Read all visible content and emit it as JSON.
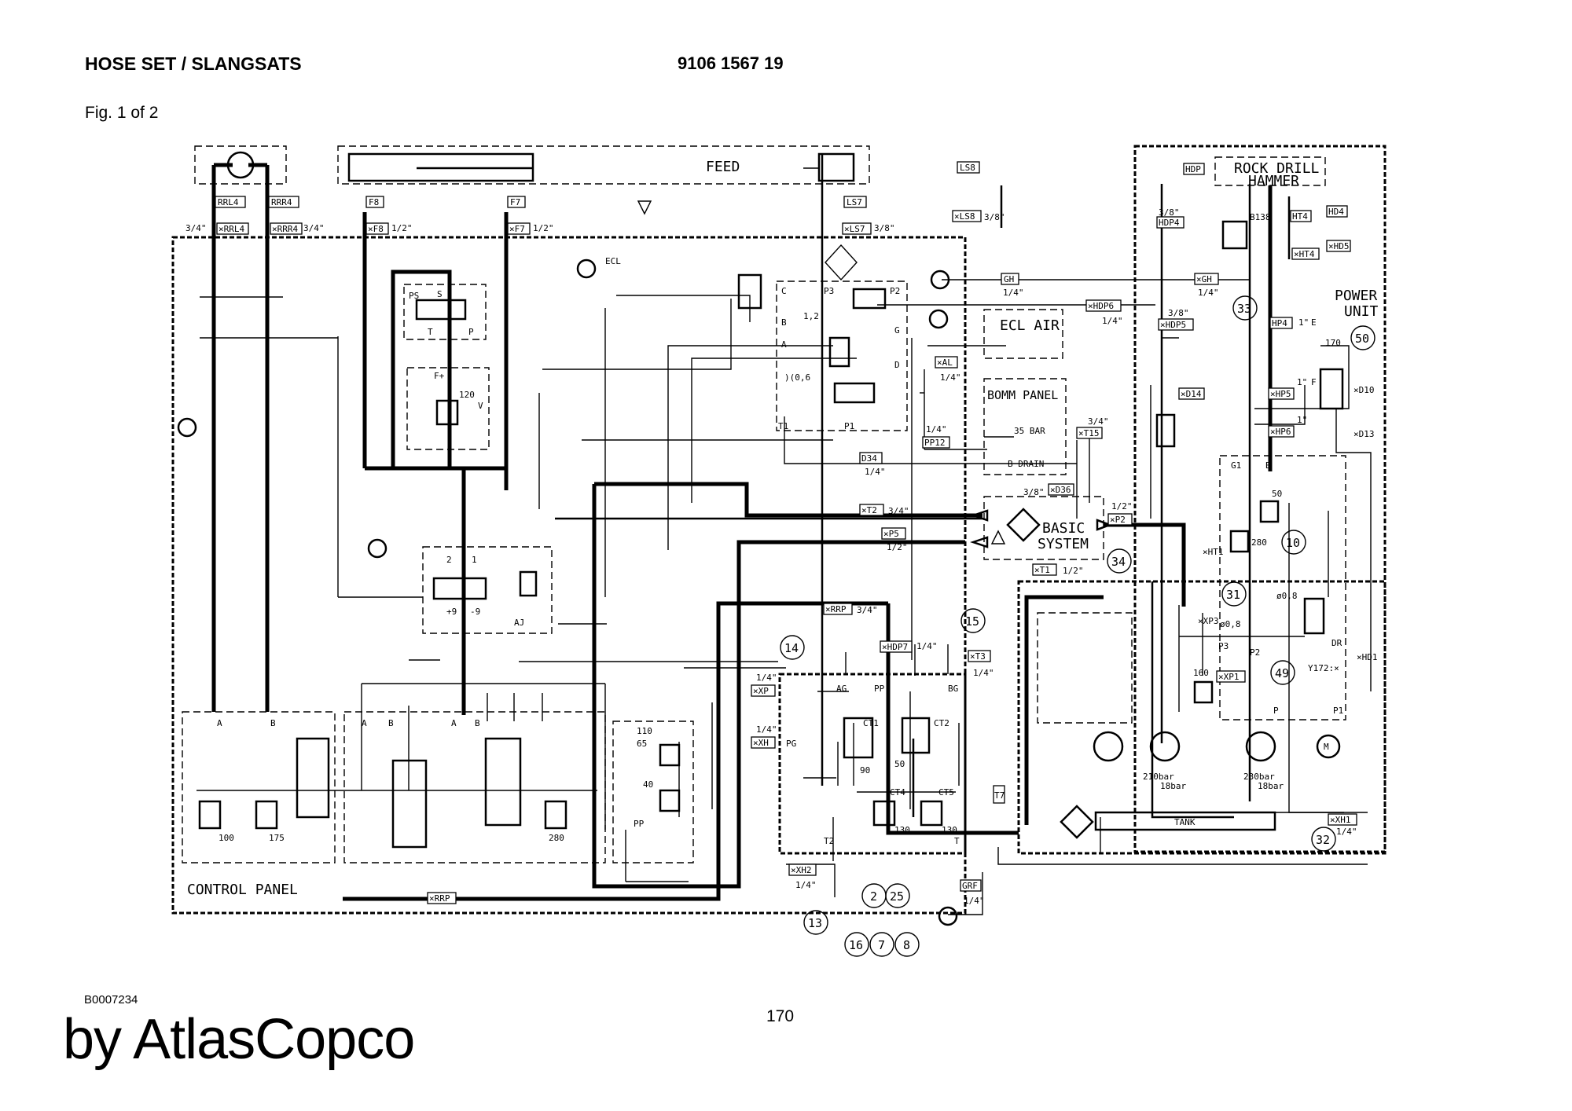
{
  "header": {
    "title": "HOSE SET / SLANGSATS",
    "part_number": "9106 1567 19",
    "figure": "Fig. 1 of 2"
  },
  "footer": {
    "drawing_id": "B0007234",
    "page_number": "170",
    "brand": "by AtlasCopco"
  },
  "blocks": {
    "feed": "FEED",
    "rock_drill_1": "ROCK DRILL",
    "rock_drill_2": "HAMMER",
    "power_unit_1": "POWER",
    "power_unit_2": "UNIT",
    "ecl_air": "ECL AIR",
    "bomm_panel": "BOMM PANEL",
    "bar35": "35 BAR",
    "drain": "B DRAIN",
    "basic_1": "BASIC",
    "basic_2": "SYSTEM",
    "control_panel": "CONTROL PANEL",
    "tank": "TANK",
    "ecl": "ECL"
  },
  "hose_tags": {
    "rrl4": "RRL4",
    "rrr4": "RRR4",
    "f8": "F8",
    "f7": "F7",
    "ls7": "LS7",
    "ls8": "LS8",
    "xrrl4": "×RRL4",
    "xrrr4": "×RRR4",
    "xf8": "×F8",
    "xf7": "×F7",
    "xls7": "×LS7",
    "xls8": "×LS8",
    "gh": "GH",
    "xgh": "×GH",
    "xhdp6": "×HDP6",
    "xhdp5": "×HDP5",
    "hdp": "HDP",
    "hdp4": "HDP4",
    "ht4": "HT4",
    "xht4": "×HT4",
    "hd4": "HD4",
    "xhd5": "×HD5",
    "hp4": "HP4",
    "xhp5": "×HP5",
    "xhp6": "×HP6",
    "xd14": "×D14",
    "xd10": "×D10",
    "xd13": "×D13",
    "xal": "×AL",
    "pp12": "PP12",
    "xt15": "×T15",
    "d34": "D34",
    "xd36": "×D36",
    "xt2": "×T2",
    "xp5": "×P5",
    "xp2": "×P2",
    "xt1": "×T1",
    "xht1": "×HT1",
    "xxp3": "×XP3",
    "xxp1": "×XP1",
    "xhd1": "×HD1",
    "xrrp1": "×RRP",
    "xhdp7": "×HDP7",
    "xt3": "×T3",
    "xxp": "×XP",
    "xxh": "×XH",
    "xxh2": "×XH2",
    "xxh1": "×XH1",
    "grf": "GRF",
    "t7": "T7",
    "xrrp2": "×RRP"
  },
  "sizes": {
    "s34": "3/4\"",
    "s12": "1/2\"",
    "s38": "3/8\"",
    "s14": "1/4\"",
    "s1": "1\""
  },
  "valve_labels": {
    "ps": "PS",
    "s": "S",
    "t": "T",
    "p": "P",
    "fplus": "F+",
    "v120": "120",
    "v": "V",
    "n2": "2",
    "n1": "1",
    "p9": "+9",
    "m9": "-9",
    "aj": "AJ",
    "c": "C",
    "p3": "P3",
    "p2": "P2",
    "b": "B",
    "a": "A",
    "g": "G",
    "d": "D",
    "t1": "T1",
    "p1": "P1",
    "o12": "1,2",
    "o06": ")(0,6",
    "a_cp": "A",
    "b_cp": "B",
    "a2": "A",
    "b2": "B",
    "a3": "A",
    "b3": "B",
    "v100": "100",
    "v175": "175",
    "v280a": "280",
    "v110": "110",
    "v65": "65",
    "v40": "40",
    "pp": "PP",
    "ag": "AG",
    "pp2": "PP",
    "bg": "BG",
    "pg": "PG",
    "ct1": "CT1",
    "ct2": "CT2",
    "v90": "90",
    "v50a": "50",
    "ct4": "CT4",
    "ct5": "CT5",
    "v130a": "130",
    "v130b": "130",
    "t2": "T2",
    "t_ct": "T",
    "b138": "B138",
    "g1": "G1",
    "b_pu": "B",
    "v50b": "50",
    "v280b": "280",
    "o08a": "ø0,8",
    "o08b": "ø0,8",
    "p3b": "P3",
    "p2b": "P2",
    "v160": "160",
    "dr": "DR",
    "y172": "Y172:×",
    "p_pu": "P",
    "p1_pu": "P1",
    "bar210": "210bar",
    "bar18a": "18bar",
    "bar230": "230bar",
    "bar18b": "18bar",
    "v170": "170",
    "e": "E",
    "f": "F",
    "m": "M"
  },
  "callouts": {
    "c33": "33",
    "c50": "50",
    "c34": "34",
    "c10": "10",
    "c31": "31",
    "c49": "49",
    "c14": "14",
    "c15": "15",
    "c32": "32",
    "c13": "13",
    "c2": "2",
    "c25": "25",
    "c16": "16",
    "c7": "7",
    "c8": "8"
  }
}
